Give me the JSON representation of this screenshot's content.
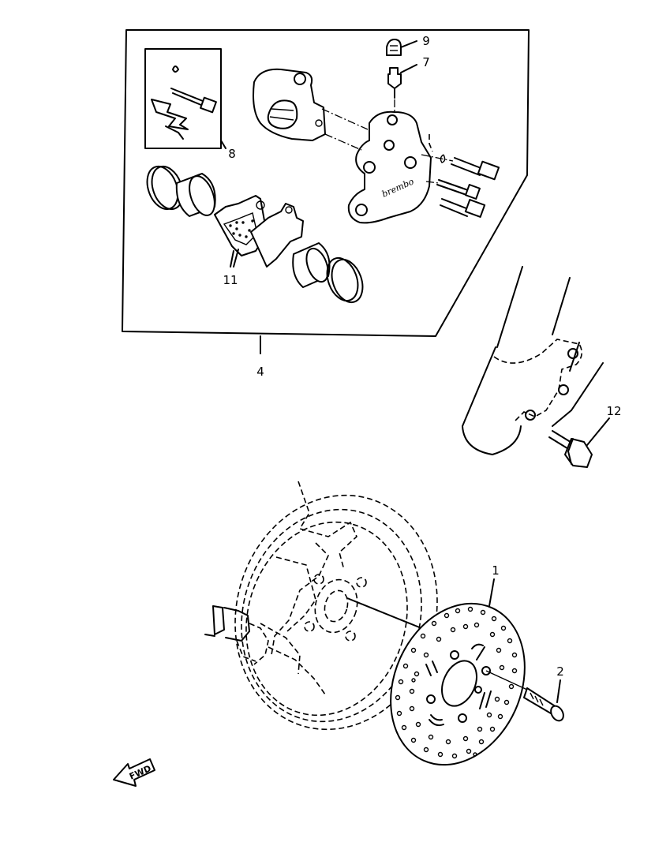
{
  "callouts": {
    "disc": "1",
    "disc_bolt": "2",
    "caliper_assy": "4",
    "bleed_screw": "7",
    "pin_kit": "8",
    "bleed_cap": "9",
    "pads": "11",
    "caliper_bolt": "12"
  },
  "caliper_brand_text": "brembo",
  "direction_arrow_text": "FWD",
  "colors": {
    "line": "#000000",
    "background": "#ffffff"
  }
}
